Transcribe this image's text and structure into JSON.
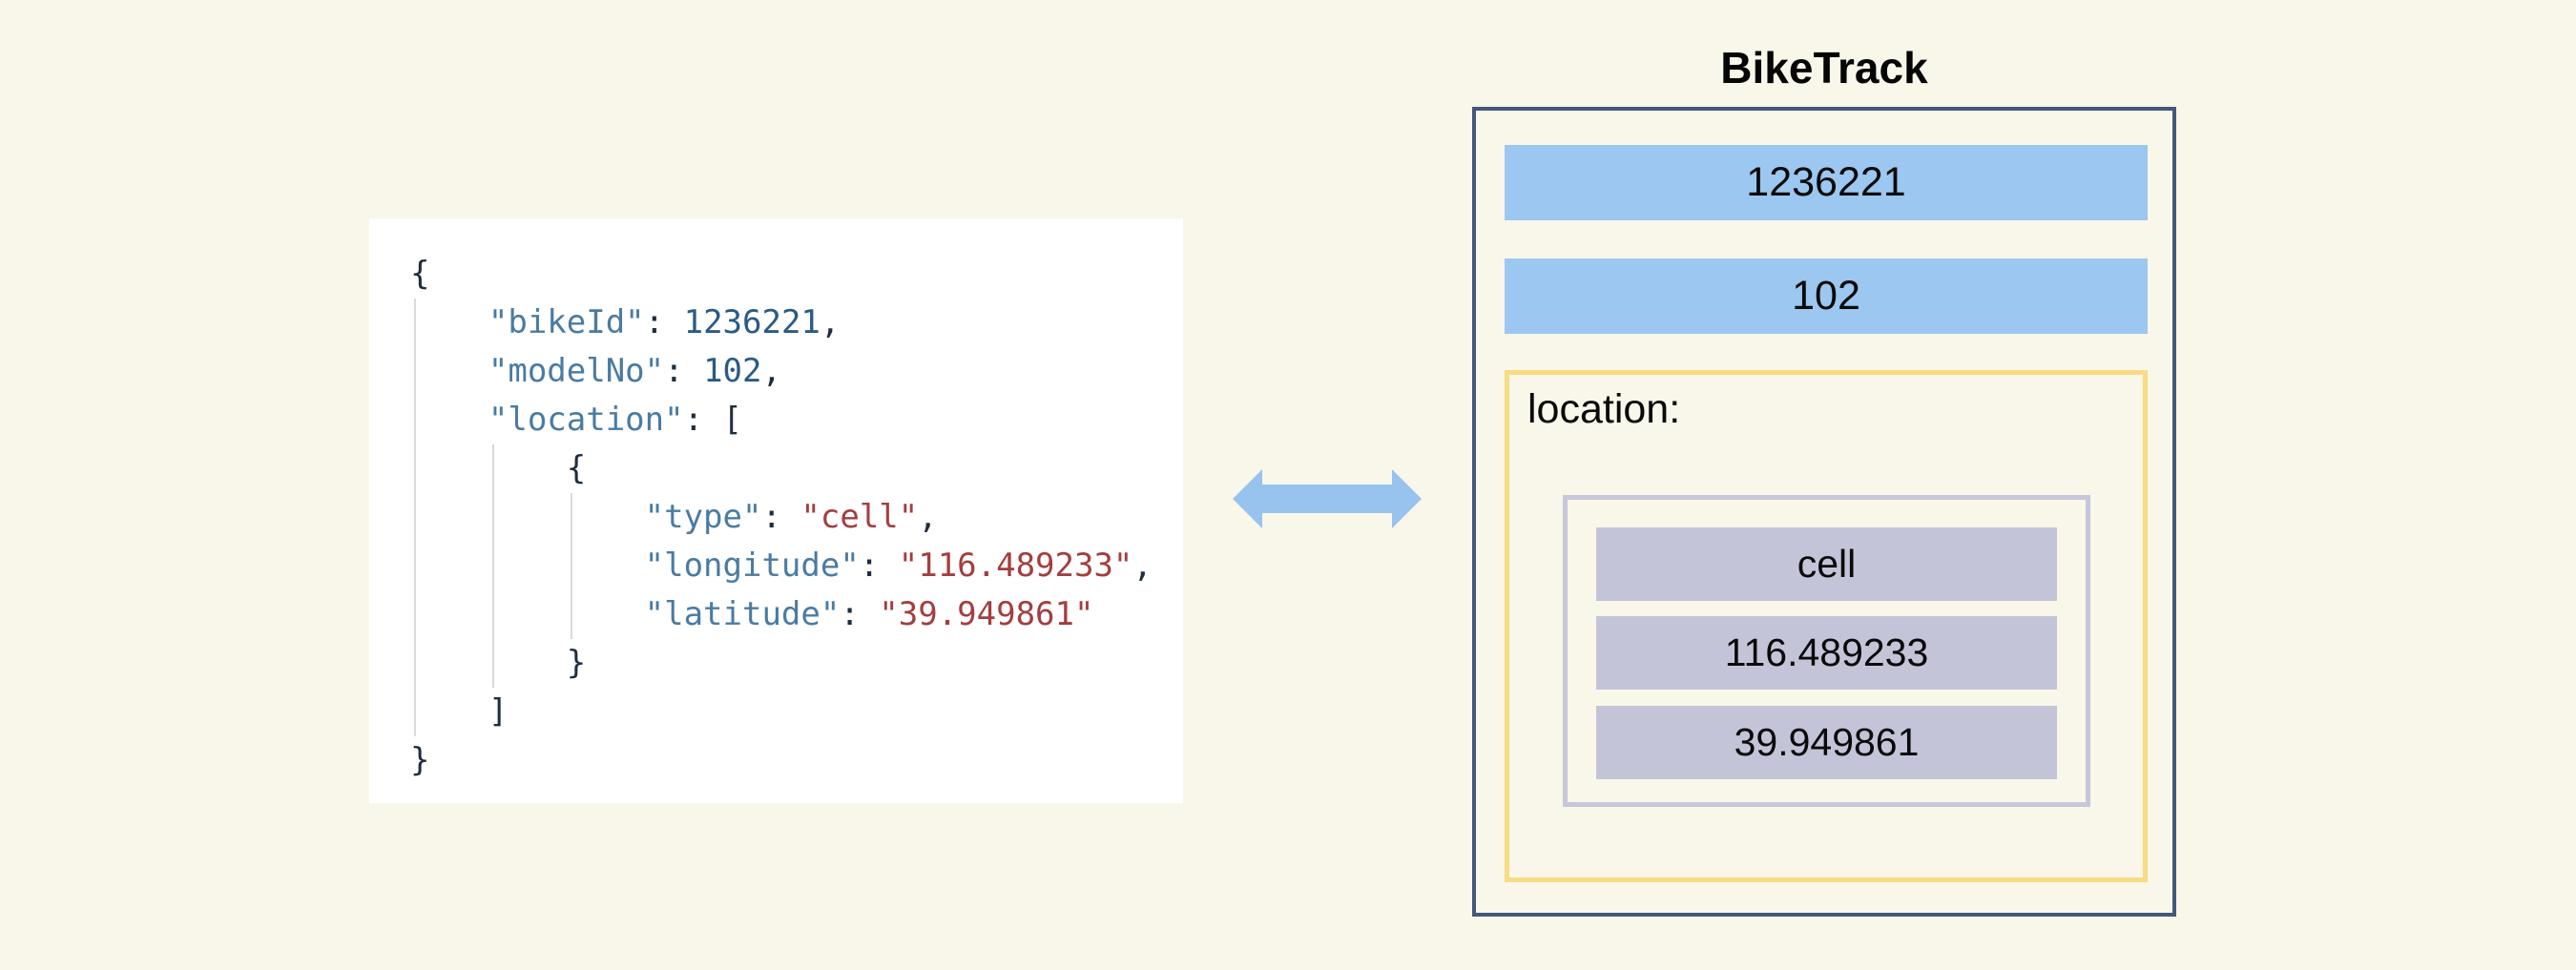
{
  "colors": {
    "background": "#f8f7ea",
    "panel_background": "#ffffff",
    "code_key": "#4a7ba3",
    "code_number": "#2a5a87",
    "code_string": "#a43e3e",
    "code_punctuation": "#1f2e3e",
    "indent_guide": "#d9d9de",
    "arrow": "#98c3ee",
    "box_border": "#42597b",
    "blue_bar": "#9bc7f0",
    "yellow_border": "#f8db82",
    "lavender_border": "#c7c7dc",
    "lavender_bar": "#c4c4d9"
  },
  "json_panel": {
    "lines": [
      [
        {
          "t": "punct",
          "v": "{"
        }
      ],
      [
        {
          "t": "plain",
          "v": "    "
        },
        {
          "t": "key",
          "v": "\"bikeId\""
        },
        {
          "t": "punct",
          "v": ": "
        },
        {
          "t": "num",
          "v": "1236221"
        },
        {
          "t": "punct",
          "v": ","
        }
      ],
      [
        {
          "t": "plain",
          "v": "    "
        },
        {
          "t": "key",
          "v": "\"modelNo\""
        },
        {
          "t": "punct",
          "v": ": "
        },
        {
          "t": "num",
          "v": "102"
        },
        {
          "t": "punct",
          "v": ","
        }
      ],
      [
        {
          "t": "plain",
          "v": "    "
        },
        {
          "t": "key",
          "v": "\"location\""
        },
        {
          "t": "punct",
          "v": ": ["
        }
      ],
      [
        {
          "t": "plain",
          "v": "        "
        },
        {
          "t": "punct",
          "v": "{"
        }
      ],
      [
        {
          "t": "plain",
          "v": "            "
        },
        {
          "t": "key",
          "v": "\"type\""
        },
        {
          "t": "punct",
          "v": ": "
        },
        {
          "t": "str",
          "v": "\"cell\""
        },
        {
          "t": "punct",
          "v": ","
        }
      ],
      [
        {
          "t": "plain",
          "v": "            "
        },
        {
          "t": "key",
          "v": "\"longitude\""
        },
        {
          "t": "punct",
          "v": ": "
        },
        {
          "t": "str",
          "v": "\"116.489233\""
        },
        {
          "t": "punct",
          "v": ","
        }
      ],
      [
        {
          "t": "plain",
          "v": "            "
        },
        {
          "t": "key",
          "v": "\"latitude\""
        },
        {
          "t": "punct",
          "v": ": "
        },
        {
          "t": "str",
          "v": "\"39.949861\""
        }
      ],
      [
        {
          "t": "plain",
          "v": "        "
        },
        {
          "t": "punct",
          "v": "}"
        }
      ],
      [
        {
          "t": "plain",
          "v": "    "
        },
        {
          "t": "punct",
          "v": "]"
        }
      ],
      [
        {
          "t": "punct",
          "v": "}"
        }
      ]
    ]
  },
  "arrow": {
    "icon": "double-headed-arrow"
  },
  "biketrack": {
    "title": "BikeTrack",
    "bike_id": "1236221",
    "model_no": "102",
    "location": {
      "label": "location:",
      "type": "cell",
      "longitude": "116.489233",
      "latitude": "39.949861"
    }
  }
}
